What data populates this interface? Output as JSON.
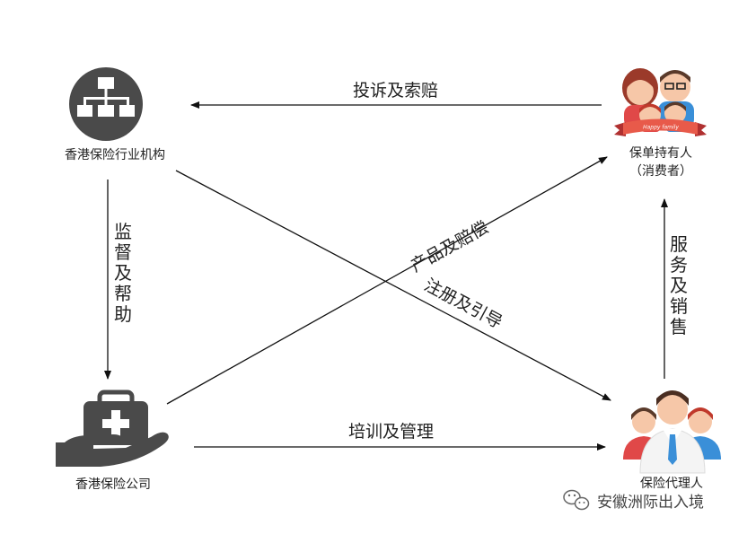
{
  "nodes": {
    "org": {
      "label": "香港保险行业机构",
      "icon": "org-chart-icon"
    },
    "family": {
      "label": "保单持有人",
      "sublabel": "（消费者）",
      "icon": "family-icon",
      "banner_text": "Happy family"
    },
    "company": {
      "label": "香港保险公司",
      "icon": "medical-kit-hand-icon"
    },
    "agent": {
      "label": "保险代理人",
      "icon": "agents-group-icon"
    }
  },
  "edges": {
    "complaint": "投诉及索赔",
    "supervision": "监督及帮助",
    "products": "产品及赔偿",
    "register": "注册及引导",
    "training": "培训及管理",
    "service": "服务及销售"
  },
  "watermark": {
    "text": "安徽洲际出入境",
    "icon": "wechat-icon"
  },
  "colors": {
    "arrow": "#111111",
    "icon_dark": "#4a4a4a",
    "red": "#e04848",
    "blue": "#3a8fd8",
    "skin": "#f6c7a8",
    "hair": "#5a3a2a"
  }
}
